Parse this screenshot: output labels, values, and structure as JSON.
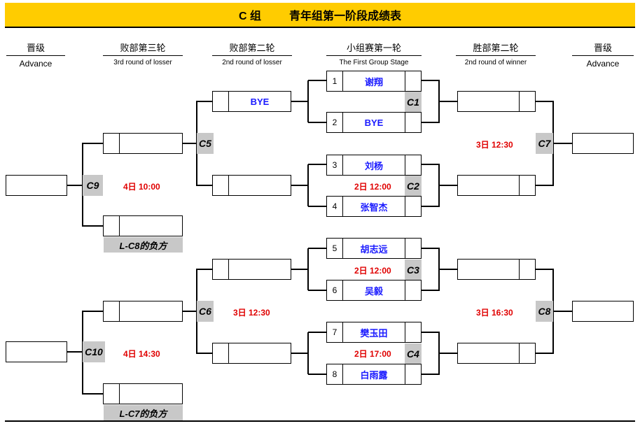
{
  "title": {
    "group": "C 组",
    "text": "青年组第一阶段成绩表"
  },
  "columns": [
    {
      "cn": "晋级",
      "en": "Advance"
    },
    {
      "cn": "败部第三轮",
      "en": "3rd round of losser"
    },
    {
      "cn": "败部第二轮",
      "en": "2nd round of losser"
    },
    {
      "cn": "小组赛第一轮",
      "en": "The First Group Stage"
    },
    {
      "cn": "胜部第二轮",
      "en": "2nd round of winner"
    },
    {
      "cn": "晋级",
      "en": "Advance"
    }
  ],
  "players": [
    {
      "num": "1",
      "name": "谢翔"
    },
    {
      "num": "2",
      "name": "BYE"
    },
    {
      "num": "3",
      "name": "刘杨"
    },
    {
      "num": "4",
      "name": "张智杰"
    },
    {
      "num": "5",
      "name": "胡志远"
    },
    {
      "num": "6",
      "name": "吴毅"
    },
    {
      "num": "7",
      "name": "樊玉田"
    },
    {
      "num": "8",
      "name": "白雨露"
    }
  ],
  "loser_round2_top_name": "BYE",
  "matches": {
    "C1": "C1",
    "C2": "C2",
    "C3": "C3",
    "C4": "C4",
    "C5": "C5",
    "C6": "C6",
    "C7": "C7",
    "C8": "C8",
    "C9": "C9",
    "C10": "C10"
  },
  "times": {
    "C2": "2日 12:00",
    "C3": "2日 12:00",
    "C4": "2日 17:00",
    "C6": "3日 12:30",
    "C7": "3日 12:30",
    "C8": "3日 16:30",
    "C9": "4日 10:00",
    "C10": "4日 14:30"
  },
  "notes": {
    "c9_source": "L-C8的负方",
    "c10_source": "L-C7的负方"
  }
}
